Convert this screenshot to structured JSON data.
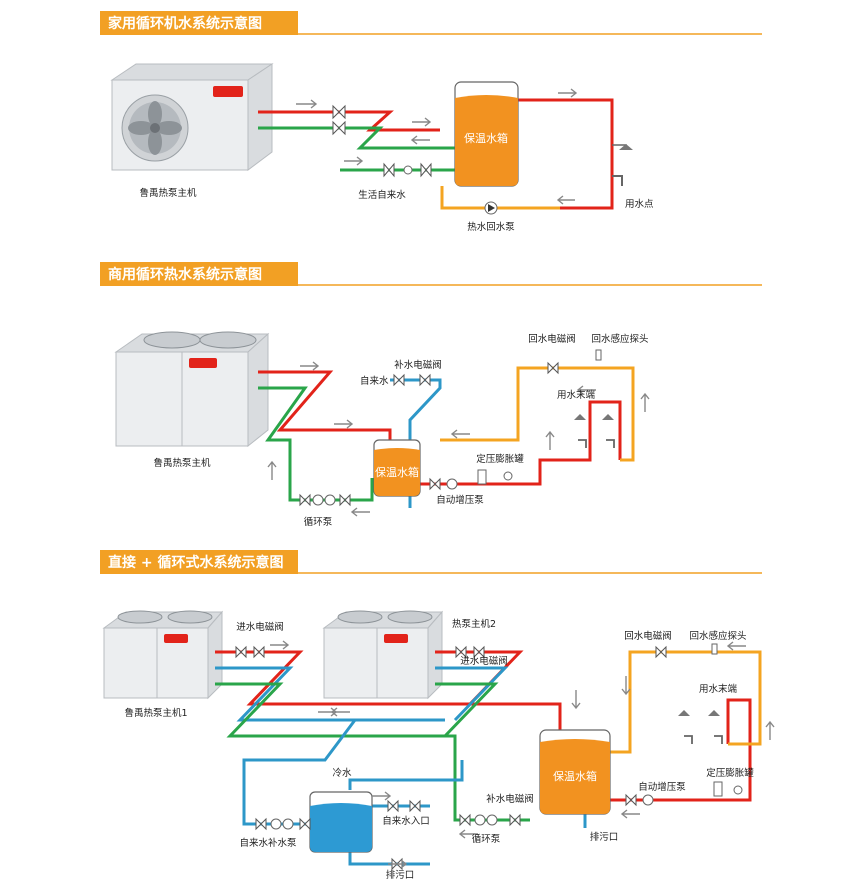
{
  "colors": {
    "header_bg": "#f2a024",
    "header_line": "#f2a024",
    "hot_pipe": "#e2231a",
    "return_pipe": "#2aa54a",
    "cold_pipe": "#2d97c8",
    "circulation_pipe": "#f4a421",
    "tank_water": "#f29220",
    "cold_tank_water": "#2d9ad3"
  },
  "section1": {
    "title": "家用循环机水系统示意图",
    "unit_label": "鲁禹热泵主机",
    "tank_label": "保温水箱",
    "tap_water_label": "生活自来水",
    "outlet_label": "用水点",
    "pump_label": "热水回水泵"
  },
  "section2": {
    "title": "商用循环热水系统示意图",
    "unit_label": "鲁禹热泵主机",
    "makeup_valve_label": "补水电磁阀",
    "tap_water_label": "自来水",
    "tank_label": "保温水箱",
    "return_valve_label": "回水电磁阀",
    "return_sensor_label": "回水感应探头",
    "outlet_label": "用水末端",
    "expansion_tank_label": "定压膨胀罐",
    "booster_pump_label": "自动增压泵",
    "circ_pump_label": "循环泵"
  },
  "section3": {
    "title": "直接 + 循环式水系统示意图",
    "unit1_label": "鲁禹热泵主机1",
    "unit2_label": "热泵主机2",
    "inlet_valve_label": "进水电磁阀",
    "inlet_valve2_label": "进水电磁阀",
    "return_valve_label": "回水电磁阀",
    "return_sensor_label": "回水感应探头",
    "outlet_label": "用水末端",
    "cold_water_label": "冷水",
    "tap_inlet_label": "自来水入口",
    "tap_makeup_pump_label": "自来水补水泵",
    "drain_label": "排污口",
    "makeup_valve_label": "补水电磁阀",
    "circ_pump_label": "循环泵",
    "tank_label": "保温水箱",
    "booster_pump_label": "自动增压泵",
    "expansion_tank_label": "定压膨胀罐",
    "drain2_label": "排污口"
  }
}
